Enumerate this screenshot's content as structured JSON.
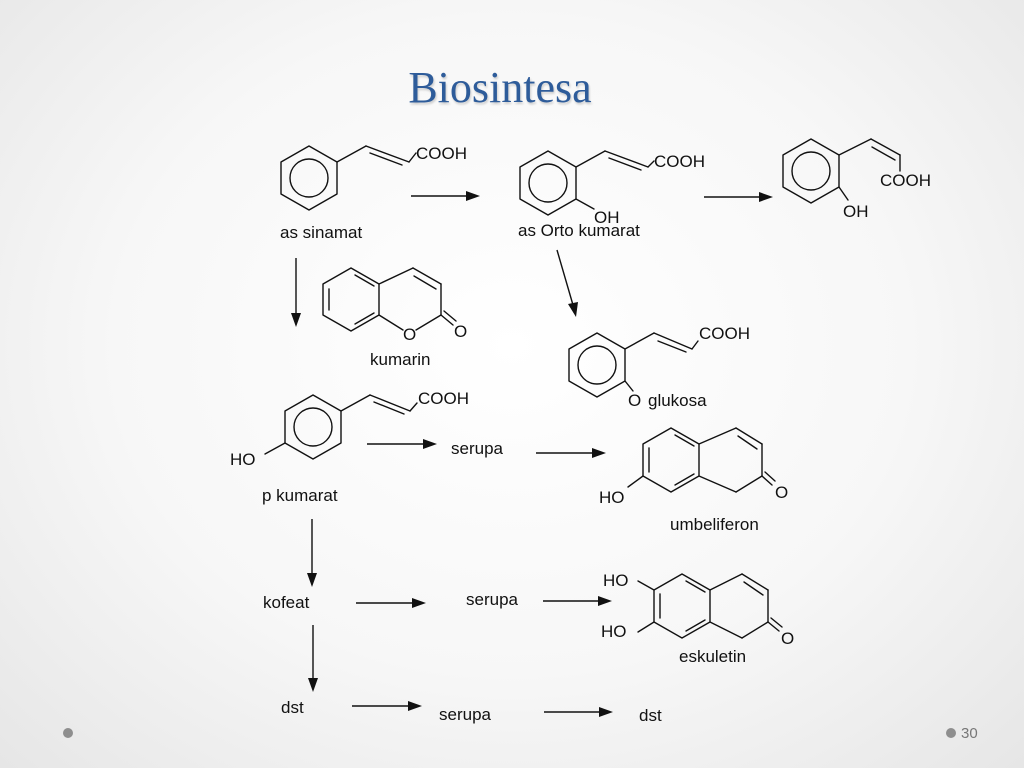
{
  "title": "Biosintesa",
  "page_number": "30",
  "labels": {
    "cooh": "COOH",
    "oh": "OH",
    "ho": "HO",
    "o": "O",
    "as_sinamat": "as sinamat",
    "as_orto_kumarat": "as Orto kumarat",
    "kumarin": "kumarin",
    "glukosa": "glukosa",
    "p_kumarat": "p kumarat",
    "serupa": "serupa",
    "umbeliferon": "umbeliferon",
    "kofeat": "kofeat",
    "eskuletin": "eskuletin",
    "dst": "dst"
  }
}
